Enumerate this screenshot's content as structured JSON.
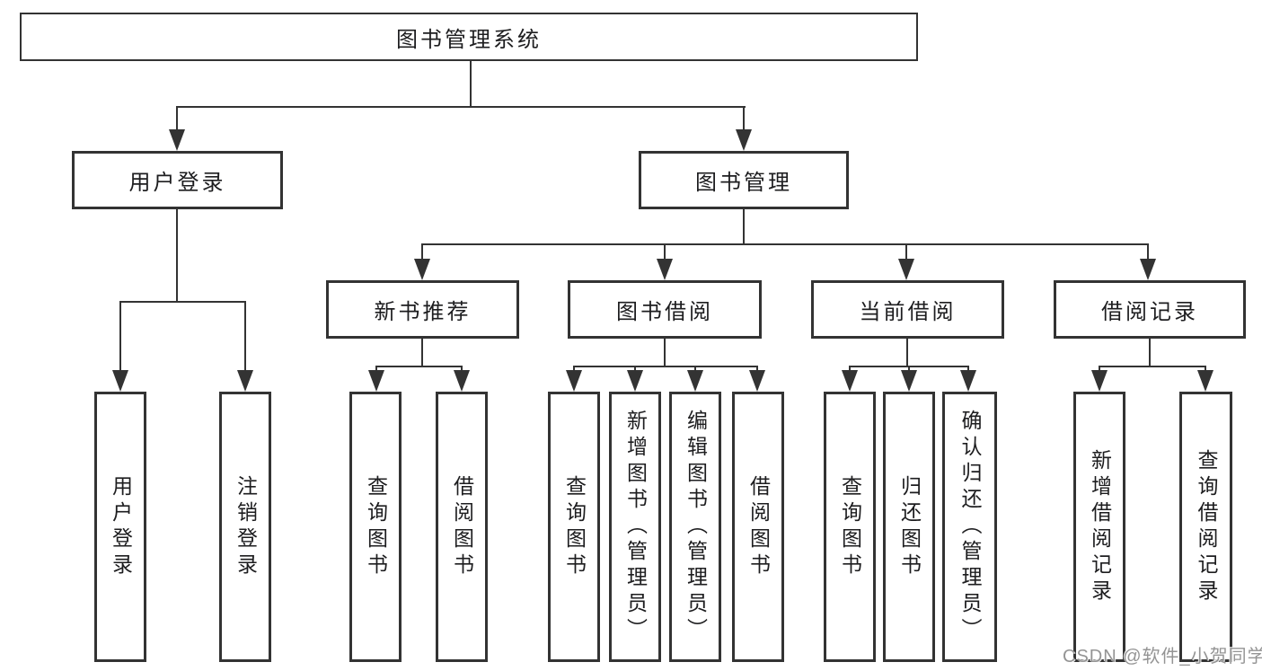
{
  "tree": {
    "root": {
      "label": "图书管理系统"
    },
    "branches": [
      {
        "label": "用户登录",
        "children": [
          {
            "label": "用户登录"
          },
          {
            "label": "注销登录"
          }
        ]
      },
      {
        "label": "图书管理",
        "groups": [
          {
            "label": "新书推荐",
            "children": [
              {
                "label": "查询图书"
              },
              {
                "label": "借阅图书"
              }
            ]
          },
          {
            "label": "图书借阅",
            "children": [
              {
                "label": "查询图书"
              },
              {
                "label": "新增图书（管理员）"
              },
              {
                "label": "编辑图书（管理员）"
              },
              {
                "label": "借阅图书"
              }
            ]
          },
          {
            "label": "当前借阅",
            "children": [
              {
                "label": "查询图书"
              },
              {
                "label": "归还图书"
              },
              {
                "label": "确认归还（管理员）"
              }
            ]
          },
          {
            "label": "借阅记录",
            "children": [
              {
                "label": "新增借阅记录"
              },
              {
                "label": "查询借阅记录"
              }
            ]
          }
        ]
      }
    ]
  },
  "watermark": "CSDN @软件_小贺同学",
  "colors": {
    "line": "#333333",
    "text": "#1d1d1f",
    "watermark": "#949494",
    "background": "#ffffff"
  }
}
